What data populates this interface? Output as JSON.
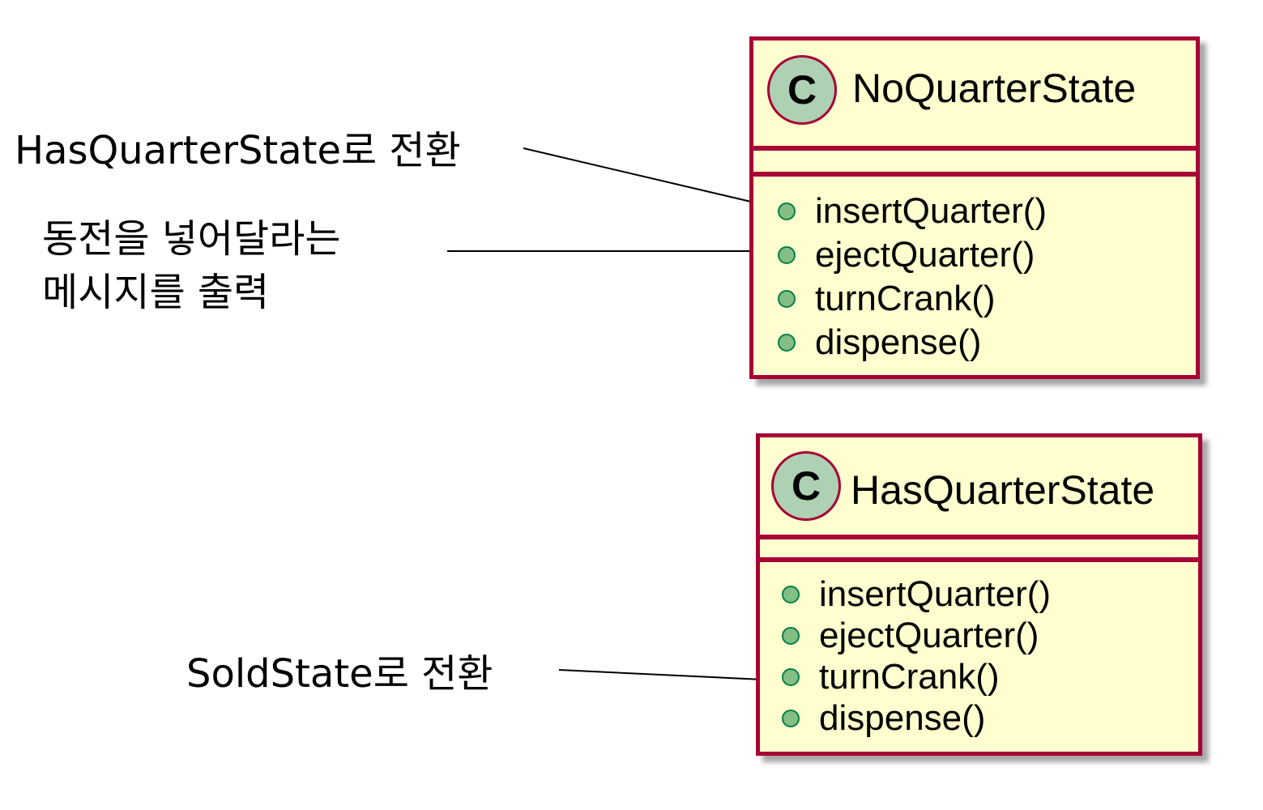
{
  "classes": [
    {
      "stereotype": "C",
      "name": "NoQuarterState",
      "methods": [
        "insertQuarter()",
        "ejectQuarter()",
        "turnCrank()",
        "dispense()"
      ]
    },
    {
      "stereotype": "C",
      "name": "HasQuarterState",
      "methods": [
        "insertQuarter()",
        "ejectQuarter()",
        "turnCrank()",
        "dispense()"
      ]
    }
  ],
  "notes": [
    {
      "lines": [
        "HasQuarterState로 전환"
      ]
    },
    {
      "lines": [
        "동전을 넣어달라는",
        "메시지를 출력"
      ]
    },
    {
      "lines": [
        "SoldState로 전환"
      ]
    }
  ],
  "colors": {
    "class_fill": "#fefece",
    "class_border": "#a80036",
    "stereotype_fill": "#add1b2",
    "public_icon": "#84be84"
  }
}
